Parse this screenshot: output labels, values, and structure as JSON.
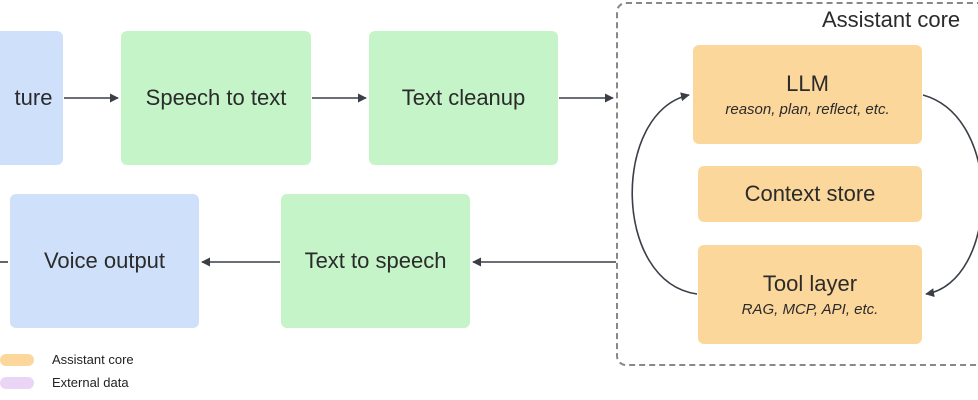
{
  "nodes": {
    "capture": {
      "label": "ture"
    },
    "speech_to_text": {
      "label": "Speech to text"
    },
    "text_cleanup": {
      "label": "Text cleanup"
    },
    "llm": {
      "label": "LLM",
      "sub": "reason, plan, reflect, etc."
    },
    "context_store": {
      "label": "Context store"
    },
    "tool_layer": {
      "label": "Tool layer",
      "sub": "RAG, MCP, API, etc."
    },
    "text_to_speech": {
      "label": "Text to speech"
    },
    "voice_output": {
      "label": "Voice output"
    }
  },
  "core_group": {
    "label": "Assistant core"
  },
  "legend": [
    {
      "label": "Assistant core",
      "color": "#fbd79b"
    },
    {
      "label": "External data",
      "color": "#ead5f7"
    }
  ],
  "colors": {
    "user_io": "#cfe0fb",
    "processing": "#c4f4c8",
    "core": "#fbd79b",
    "arrow": "#3a3f47"
  }
}
